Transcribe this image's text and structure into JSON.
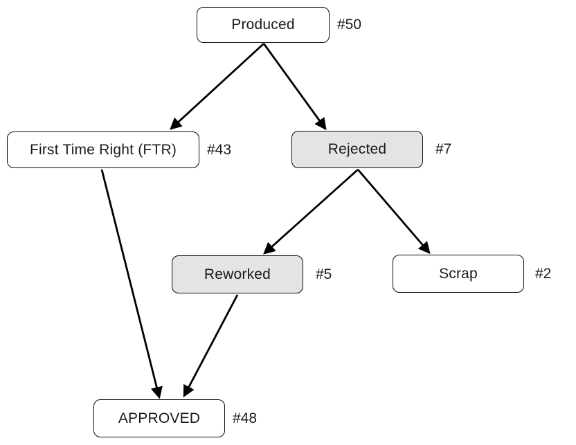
{
  "diagram": {
    "type": "flowchart",
    "nodes": [
      {
        "id": "produced",
        "label": "Produced",
        "count": "#50",
        "variant": "white"
      },
      {
        "id": "ftr",
        "label": "First Time Right (FTR)",
        "count": "#43",
        "variant": "white"
      },
      {
        "id": "rejected",
        "label": "Rejected",
        "count": "#7",
        "variant": "gray"
      },
      {
        "id": "reworked",
        "label": "Reworked",
        "count": "#5",
        "variant": "gray"
      },
      {
        "id": "scrap",
        "label": "Scrap",
        "count": "#2",
        "variant": "white"
      },
      {
        "id": "approved",
        "label": "APPROVED",
        "count": "#48",
        "variant": "white"
      }
    ],
    "edges": [
      {
        "from": "produced",
        "to": "ftr"
      },
      {
        "from": "produced",
        "to": "rejected"
      },
      {
        "from": "rejected",
        "to": "reworked"
      },
      {
        "from": "rejected",
        "to": "scrap"
      },
      {
        "from": "ftr",
        "to": "approved"
      },
      {
        "from": "reworked",
        "to": "approved"
      }
    ],
    "colors": {
      "white_fill": "#ffffff",
      "gray_fill": "#e4e4e4",
      "border": "#0a0a0a",
      "arrow": "#000000",
      "background": "#ffffff"
    }
  }
}
